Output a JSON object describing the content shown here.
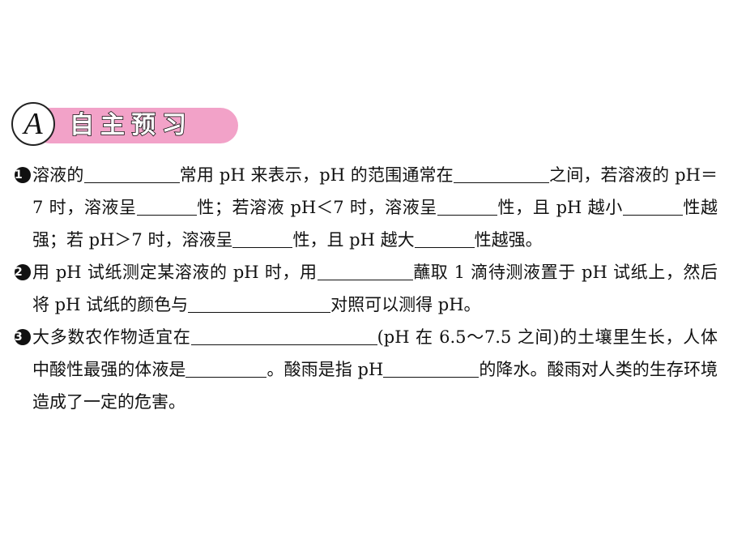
{
  "section": {
    "letter": "A",
    "title": "自主预习"
  },
  "questions": [
    {
      "number": "1",
      "segments": [
        "溶液的",
        "常用 pH 来表示，pH 的范围通常在",
        "之间，若溶液的 pH＝7 时，溶液呈",
        "性；若溶液 pH＜7 时，溶液呈",
        "性，且 pH 越小",
        "性越强；若 pH＞7 时，溶液呈",
        "性，且 pH 越大",
        "性越强。"
      ]
    },
    {
      "number": "2",
      "segments": [
        "用 pH 试纸测定某溶液的 pH 时，用",
        "蘸取 1 滴待测液置于 pH 试纸上，然后将 pH 试纸的颜色与",
        "对照可以测得 pH。"
      ]
    },
    {
      "number": "3",
      "segments": [
        "大多数农作物适宜在",
        "(pH 在 6.5～7.5 之间)的土壤里生长，人体中酸性最强的体液是",
        "。酸雨是指 pH",
        "的降水。酸雨对人类的生存环境造成了一定的危害。"
      ]
    }
  ]
}
